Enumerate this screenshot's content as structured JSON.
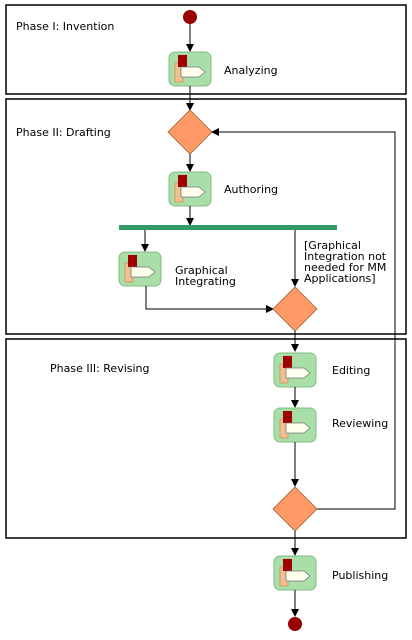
{
  "phases": {
    "invention": "Phase I: Invention",
    "drafting": "Phase II: Drafting",
    "revising": "Phase III: Revising"
  },
  "activities": {
    "analyzing": "Analyzing",
    "authoring": "Authoring",
    "graphical_1": "Graphical",
    "graphical_2": "Integrating",
    "editing": "Editing",
    "reviewing": "Reviewing",
    "publishing": "Publishing"
  },
  "guard": {
    "line1": "[Graphical",
    "line2": "Integration not",
    "line3": "needed for MM",
    "line4": "Applications]"
  },
  "colors": {
    "node": "#990000",
    "decision": "#FF9966",
    "fork_bar": "#339966",
    "activity_bg": "#A9DEA9"
  }
}
